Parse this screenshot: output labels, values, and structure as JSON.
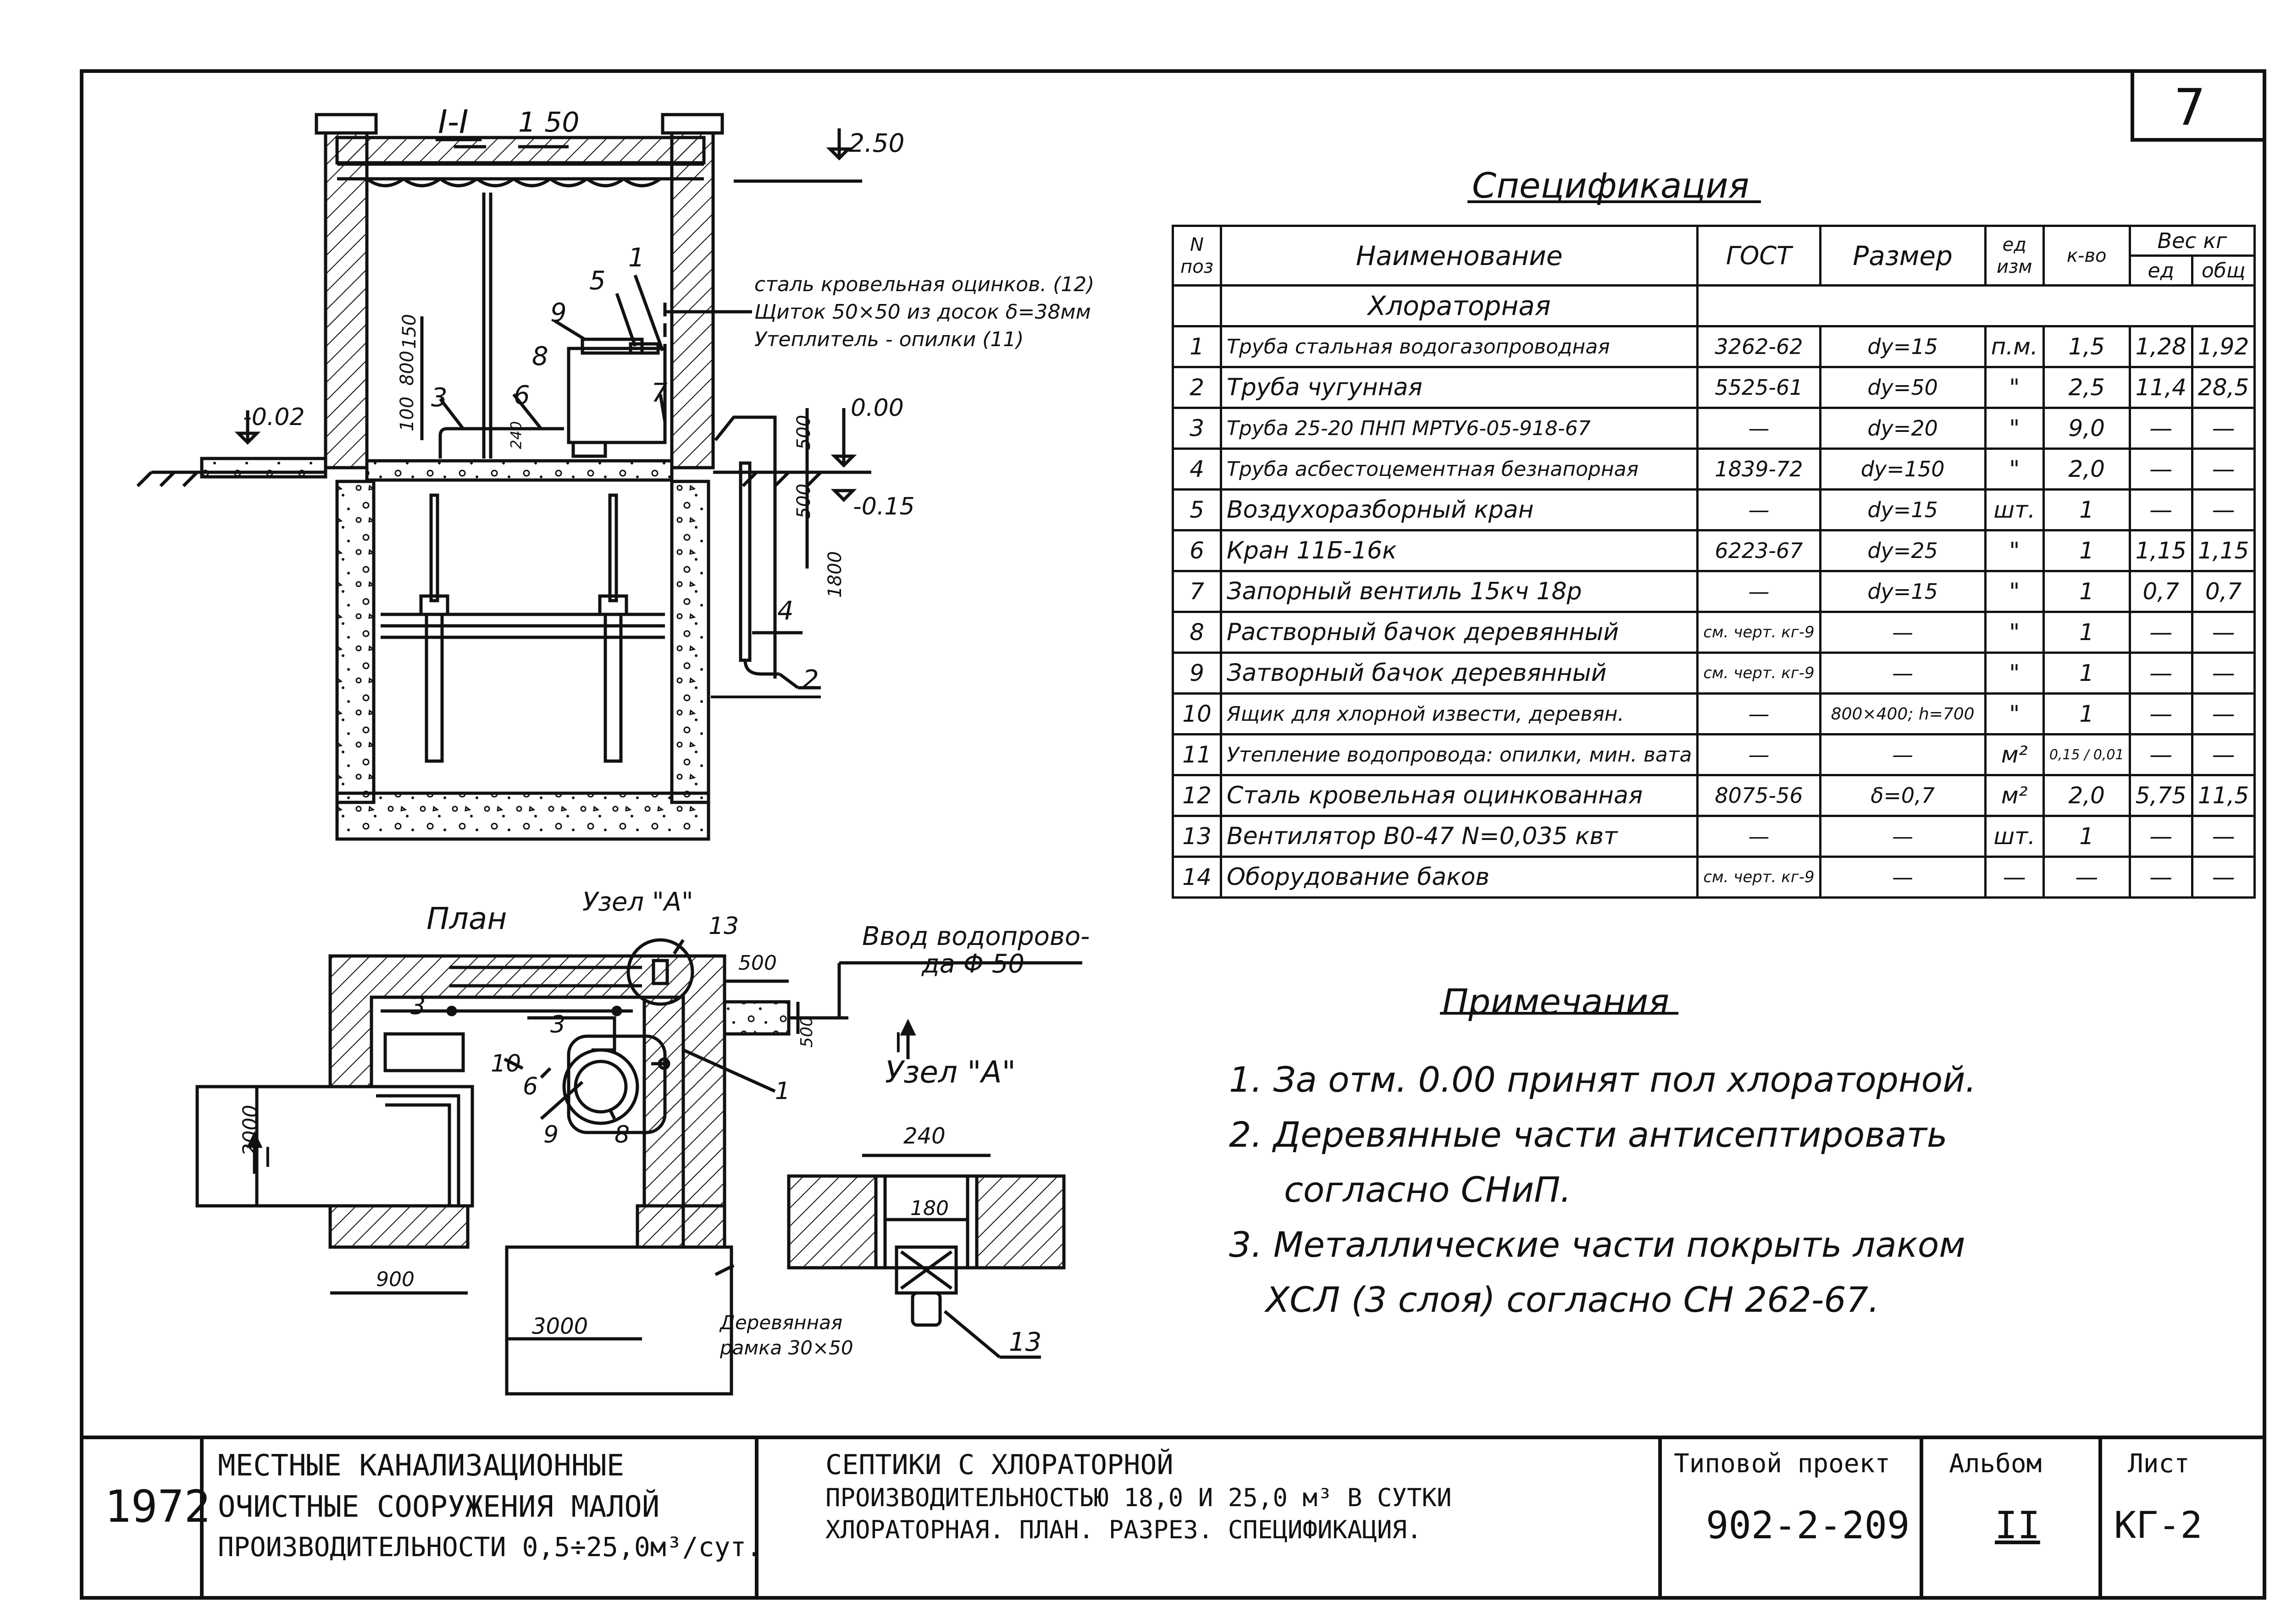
{
  "sheet_number": "7",
  "section": {
    "title": "I-I",
    "scale": "1 50",
    "level_top": "2.50",
    "level_left": "-0.02",
    "level_floor": "0.00",
    "level_bottom": "-0.15",
    "dims": [
      "100",
      "800",
      "150",
      "240",
      "500",
      "500",
      "1800"
    ],
    "leaders": [
      "сталь кровельная оцинков. (12)",
      "Щиток 50×50 из досок δ=38мм",
      "Утеплитель - опилки (11)"
    ],
    "callouts": [
      "1",
      "2",
      "3",
      "4",
      "5",
      "6",
      "7",
      "8",
      "9"
    ],
    "pipe_label": "2"
  },
  "plan": {
    "title": "План",
    "node_ref": "Узел \"А\"",
    "water_inlet": [
      "Ввод водопрово-",
      "да Φ 50"
    ],
    "section_mark": "I",
    "dims": [
      "500",
      "500",
      "2000",
      "900",
      "3000"
    ],
    "wood_frame": [
      "Деревянная",
      "рамка 30×50"
    ],
    "callouts": [
      "3",
      "3",
      "10",
      "6",
      "9",
      "8",
      "1",
      "13"
    ]
  },
  "node": {
    "title": "Узел \"А\"",
    "dims": [
      "240",
      "180"
    ],
    "callout": "13"
  },
  "spec": {
    "title": "Спецификация",
    "headers": {
      "no": [
        "N",
        "поз"
      ],
      "name": "Наименование",
      "gost": "ГОСТ",
      "size": "Размер",
      "unit": [
        "ед",
        "изм"
      ],
      "qty": "к-во",
      "weight": "Вес кг",
      "weight_unit": "ед",
      "weight_total": "общ"
    },
    "section_row": "Хлораторная",
    "rows": [
      {
        "no": "1",
        "name": "Труба стальная водогазопроводная",
        "gost": "3262-62",
        "size": "dу=15",
        "unit": "п.м.",
        "qty": "1,5",
        "w1": "1,28",
        "w2": "1,92"
      },
      {
        "no": "2",
        "name": "Труба чугунная",
        "gost": "5525-61",
        "size": "dу=50",
        "unit": "\"",
        "qty": "2,5",
        "w1": "11,4",
        "w2": "28,5"
      },
      {
        "no": "3",
        "name": "Труба 25-20 ПНП МРТУ6-05-918-67",
        "gost": "—",
        "size": "dу=20",
        "unit": "\"",
        "qty": "9,0",
        "w1": "—",
        "w2": "—"
      },
      {
        "no": "4",
        "name": "Труба асбестоцементная безнапорная",
        "gost": "1839-72",
        "size": "dу=150",
        "unit": "\"",
        "qty": "2,0",
        "w1": "—",
        "w2": "—"
      },
      {
        "no": "5",
        "name": "Воздухоразборный кран",
        "gost": "—",
        "size": "dу=15",
        "unit": "шт.",
        "qty": "1",
        "w1": "—",
        "w2": "—"
      },
      {
        "no": "6",
        "name": "Кран 11Б-16к",
        "gost": "6223-67",
        "size": "dу=25",
        "unit": "\"",
        "qty": "1",
        "w1": "1,15",
        "w2": "1,15"
      },
      {
        "no": "7",
        "name": "Запорный вентиль 15кч 18р",
        "gost": "—",
        "size": "dу=15",
        "unit": "\"",
        "qty": "1",
        "w1": "0,7",
        "w2": "0,7"
      },
      {
        "no": "8",
        "name": "Растворный бачок деревянный",
        "gost": "см. черт. кг-9",
        "size": "—",
        "unit": "\"",
        "qty": "1",
        "w1": "—",
        "w2": "—"
      },
      {
        "no": "9",
        "name": "Затворный бачок деревянный",
        "gost": "см. черт. кг-9",
        "size": "—",
        "unit": "\"",
        "qty": "1",
        "w1": "—",
        "w2": "—"
      },
      {
        "no": "10",
        "name": "Ящик для хлорной извести, деревян.",
        "gost": "—",
        "size": "800×400; h=700",
        "unit": "\"",
        "qty": "1",
        "w1": "—",
        "w2": "—"
      },
      {
        "no": "11",
        "name": "Утепление водопровода: опилки, мин. вата",
        "gost": "—",
        "size": "—",
        "unit": "м²",
        "qty": "0,15 / 0,01",
        "w1": "—",
        "w2": "—"
      },
      {
        "no": "12",
        "name": "Сталь кровельная оцинкованная",
        "gost": "8075-56",
        "size": "δ=0,7",
        "unit": "м²",
        "qty": "2,0",
        "w1": "5,75",
        "w2": "11,5"
      },
      {
        "no": "13",
        "name": "Вентилятор В0-47 N=0,035 квт",
        "gost": "—",
        "size": "—",
        "unit": "шт.",
        "qty": "1",
        "w1": "—",
        "w2": "—"
      },
      {
        "no": "14",
        "name": "Оборудование баков",
        "gost": "см. черт. кг-9",
        "size": "—",
        "unit": "—",
        "qty": "—",
        "w1": "—",
        "w2": "—"
      }
    ]
  },
  "notes": {
    "title": "Примечания",
    "items": [
      "1. За отм. 0.00 принят пол хлораторной.",
      "2. Деревянные части антисептировать",
      "согласно СНиП.",
      "3. Металлические части покрыть лаком",
      "ХСЛ (3 слоя) согласно СН 262-67."
    ]
  },
  "title_block": {
    "year": "1972",
    "org": [
      "МЕСТНЫЕ КАНАЛИЗАЦИОННЫЕ",
      "ОЧИСТНЫЕ СООРУЖЕНИЯ МАЛОЙ",
      "ПРОИЗВОДИТЕЛЬНОСТИ 0,5÷25,0м³/сут."
    ],
    "desc": [
      "СЕПТИКИ С ХЛОРАТОРНОЙ",
      "ПРОИЗВОДИТЕЛЬНОСТЬЮ 18,0 И 25,0 м³ В СУТКИ",
      "ХЛОРАТОРНАЯ. ПЛАН. РАЗРЕЗ. СПЕЦИФИКАЦИЯ."
    ],
    "project_label": "Типовой проект",
    "project": "902-2-209",
    "album_label": "Альбом",
    "album": "II",
    "sheet_label": "Лист",
    "sheet": "КГ-2"
  }
}
